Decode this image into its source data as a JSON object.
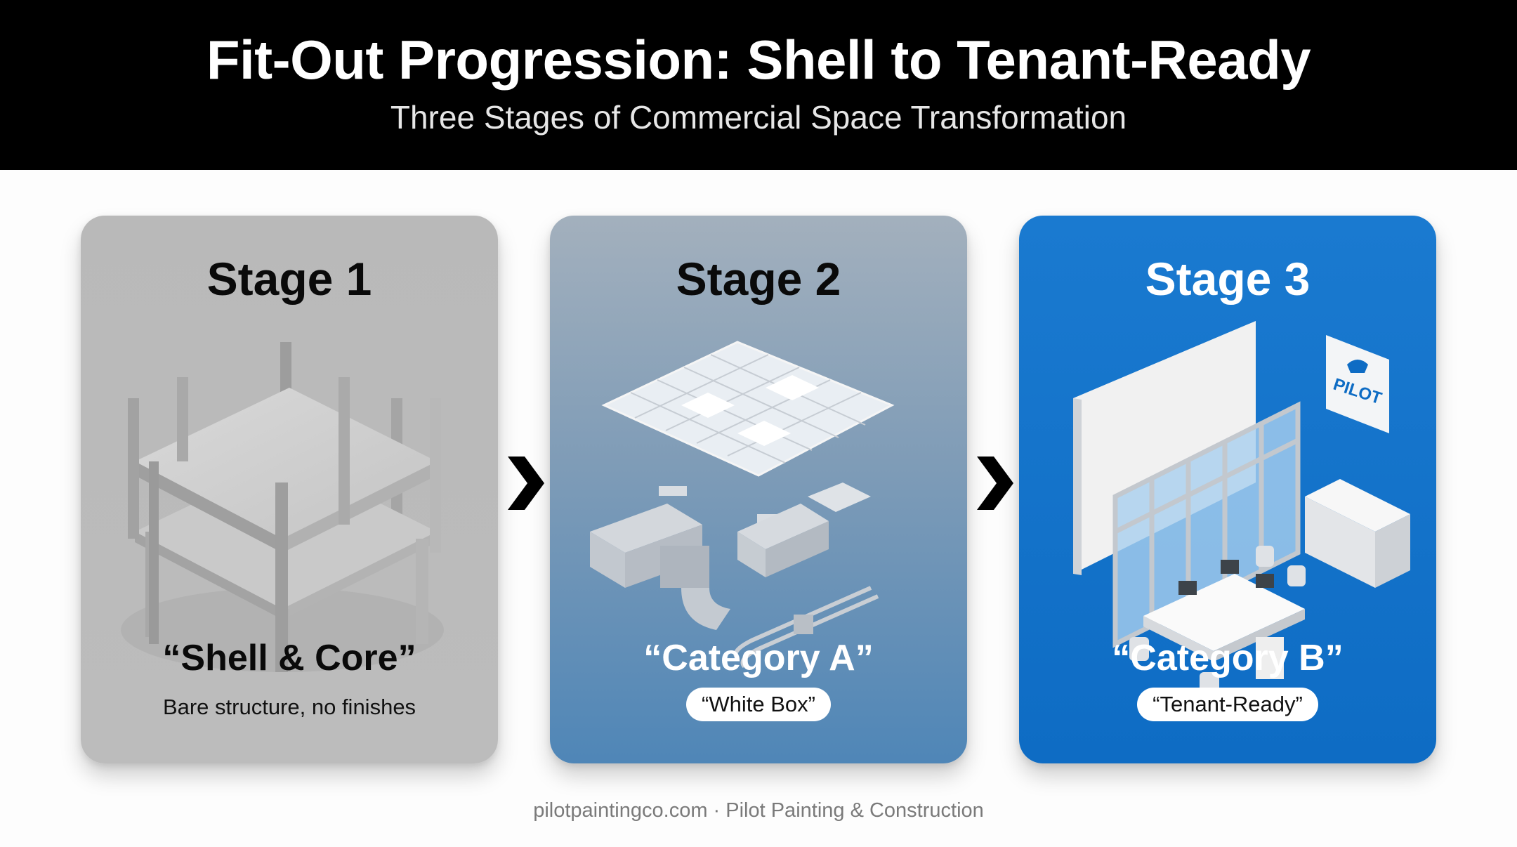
{
  "header": {
    "title": "Fit-Out Progression: Shell to Tenant-Ready",
    "subtitle": "Three Stages of Commercial Space Transformation"
  },
  "stages": [
    {
      "title": "Stage 1",
      "category": "“Shell & Core”",
      "description": "Bare structure, no finishes",
      "illustration": "concrete-structure-icon",
      "color": "#bababa"
    },
    {
      "title": "Stage 2",
      "category": "“Category A”",
      "badge": "“White Box”",
      "illustration": "ceiling-grid-ductwork-icon",
      "color": "#5d8dbb"
    },
    {
      "title": "Stage 3",
      "category": "“Category B”",
      "badge": "“Tenant-Ready”",
      "illustration": "furnished-office-icon",
      "color": "#1272c9",
      "logo_text": "PILOT"
    }
  ],
  "connector_icon": "chevron-right-icon",
  "footer": {
    "text": "pilotpaintingco.com · Pilot Painting & Construction"
  }
}
